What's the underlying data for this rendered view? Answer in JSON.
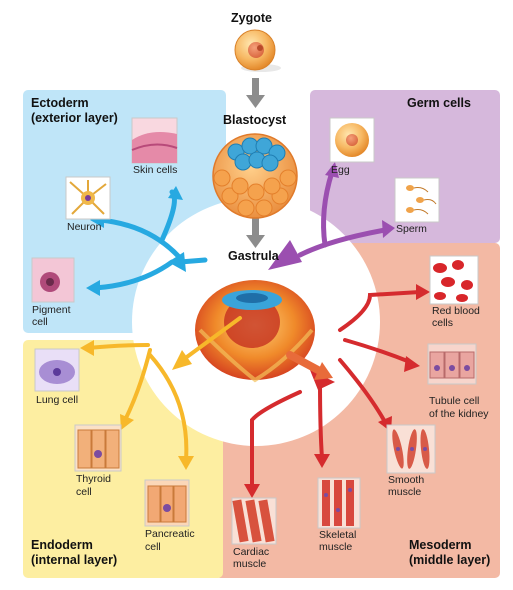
{
  "stages": {
    "zygote": "Zygote",
    "blastocyst": "Blastocyst",
    "gastrula": "Gastrula"
  },
  "ectoderm": {
    "title_line1": "Ectoderm",
    "title_line2": "(exterior layer)",
    "cells": {
      "skin": "Skin cells",
      "neuron": "Neuron",
      "pigment_line1": "Pigment",
      "pigment_line2": "cell"
    }
  },
  "germ": {
    "title": "Germ cells",
    "cells": {
      "egg": "Egg",
      "sperm": "Sperm"
    }
  },
  "mesoderm": {
    "title_line1": "Mesoderm",
    "title_line2": "(middle layer)",
    "cells": {
      "rbc_line1": "Red blood",
      "rbc_line2": "cells",
      "tubule_line1": "Tubule cell",
      "tubule_line2": "of the kidney",
      "smooth_line1": "Smooth",
      "smooth_line2": "muscle",
      "skeletal_line1": "Skeletal",
      "skeletal_line2": "muscle",
      "cardiac_line1": "Cardiac",
      "cardiac_line2": "muscle"
    }
  },
  "endoderm": {
    "title_line1": "Endoderm",
    "title_line2": "(internal layer)",
    "cells": {
      "lung": "Lung cell",
      "thyroid_line1": "Thyroid",
      "thyroid_line2": "cell",
      "pancreatic_line1": "Pancreatic",
      "pancreatic_line2": "cell"
    }
  },
  "colors": {
    "ectoderm_bg": "#bfe5f8",
    "germ_bg": "#d6b8dc",
    "mesoderm_bg": "#f3b9a4",
    "endoderm_bg": "#fdeea1",
    "ectoderm_arrow": "#27a9e1",
    "germ_arrow": "#9b4fb0",
    "mesoderm_arrow": "#d52b2e",
    "endoderm_arrow": "#f7b82a",
    "stage_arrow": "#8c8c8c"
  }
}
